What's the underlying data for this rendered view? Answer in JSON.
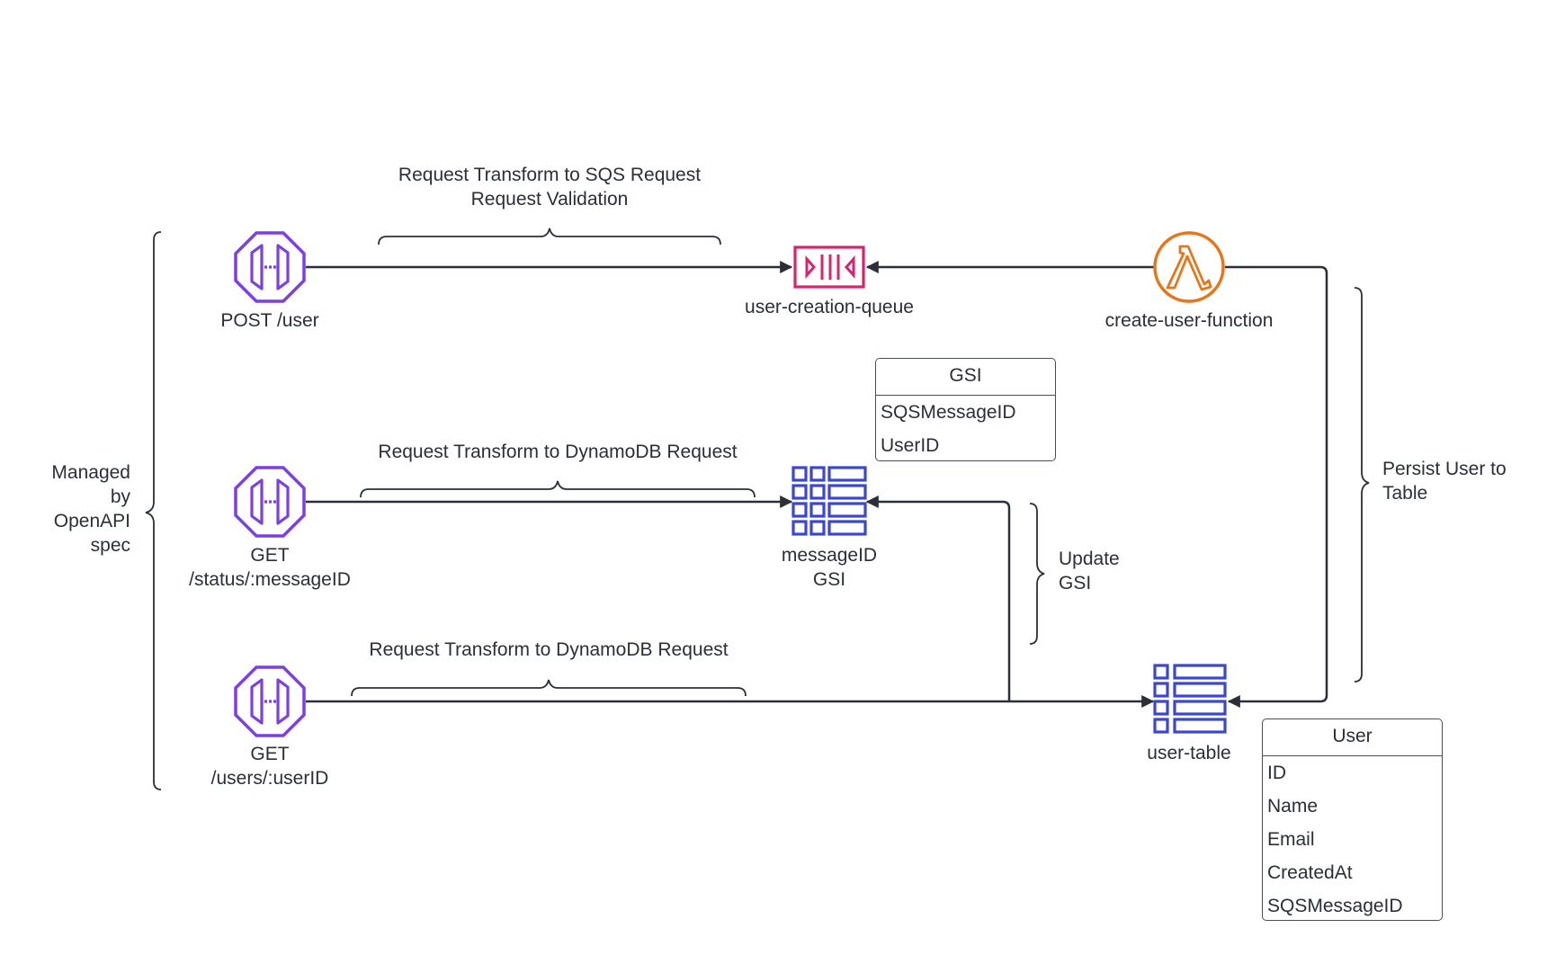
{
  "endpoints": {
    "post_user": "POST /user",
    "get_status_line1": "GET",
    "get_status_line2": "/status/:messageID",
    "get_users_line1": "GET",
    "get_users_line2": "/users/:userID"
  },
  "resources": {
    "queue": "user-creation-queue",
    "function": "create-user-function",
    "gsi_line1": "messageID",
    "gsi_line2": "GSI",
    "table": "user-table"
  },
  "annotations": {
    "sqs_transform_line1": "Request Transform to SQS Request",
    "sqs_transform_line2": "Request Validation",
    "dynamo_transform_status": "Request Transform to DynamoDB Request",
    "dynamo_transform_users": "Request Transform to DynamoDB Request",
    "managed_line1": "Managed",
    "managed_line2": "by",
    "managed_line3": "OpenAPI",
    "managed_line4": "spec",
    "persist": "Persist User to Table",
    "update_gsi": "Update GSI"
  },
  "gsi_table": {
    "title": "GSI",
    "fields": [
      "SQSMessageID",
      "UserID"
    ]
  },
  "user_table": {
    "title": "User",
    "fields": [
      "ID",
      "Name",
      "Email",
      "CreatedAt",
      "SQSMessageID"
    ]
  },
  "colors": {
    "api_gateway": "#7b3fe4",
    "sqs": "#d6246e",
    "lambda": "#e7761b",
    "dynamodb": "#3b48cc",
    "line": "#2b2f36"
  },
  "icons": {
    "api": "api-gateway-icon",
    "queue": "sqs-queue-icon",
    "lambda": "lambda-icon",
    "dynamo": "dynamodb-table-icon"
  }
}
